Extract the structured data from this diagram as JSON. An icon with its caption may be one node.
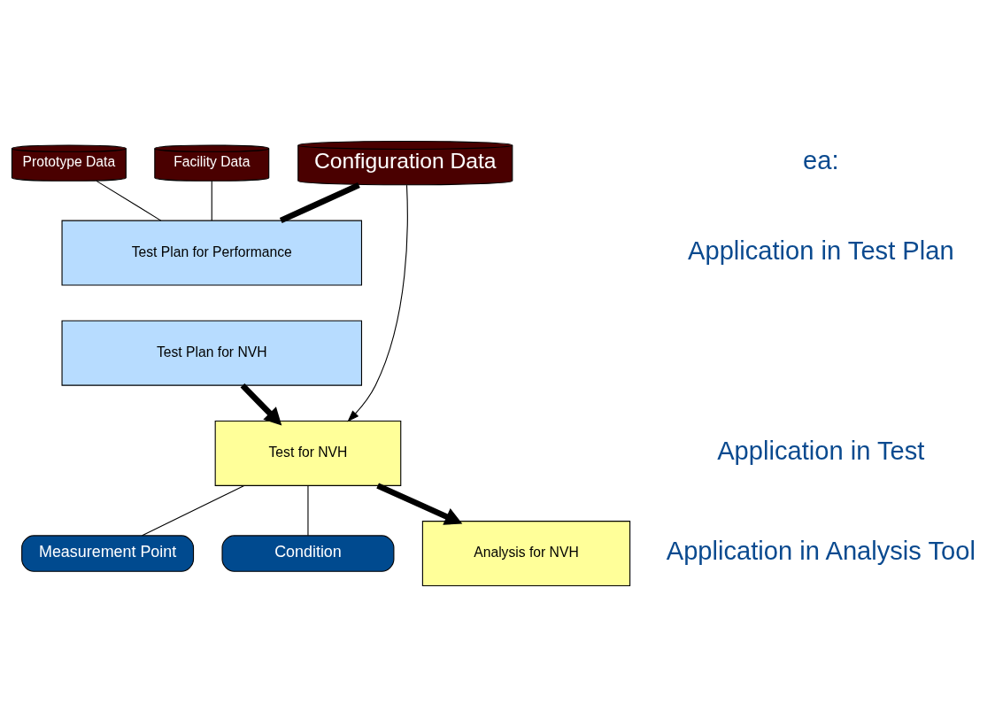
{
  "diagram": {
    "nodes": [
      {
        "text": [
          "Configuration Data"
        ]
      },
      {
        "text": [
          "Prototype Data"
        ]
      },
      {
        "text": [
          "Facility Data"
        ]
      },
      {
        "text": [
          "Test Plan for Performance"
        ]
      },
      {
        "text": [
          "Test Plan for NVH"
        ]
      },
      {
        "text": [
          "Test for NVH"
        ]
      },
      {
        "text": [
          "Measurement Point"
        ]
      },
      {
        "text": [
          "Condition"
        ]
      },
      {
        "text": [
          "Analysis for NVH"
        ]
      }
    ],
    "edges": [
      {
        "from": 0,
        "to": 3,
        "arrow": "none",
        "style": "thick"
      },
      {
        "from": 1,
        "to": 3,
        "arrow": "none"
      },
      {
        "from": 2,
        "to": 3,
        "arrow": "none"
      },
      {
        "from": 4,
        "to": 5,
        "arrow": "to",
        "style": "thick"
      },
      {
        "from": 0,
        "to": 5,
        "arrow": "to"
      },
      {
        "from": 5,
        "to": 6,
        "arrow": "none"
      },
      {
        "from": 5,
        "to": 7,
        "arrow": "none"
      },
      {
        "from": 5,
        "to": 8,
        "arrow": "to",
        "style": "thick"
      }
    ],
    "labels": [
      "ea:",
      "Application in Test Plan",
      "Application in Test",
      "Application in Analysis Tool"
    ]
  }
}
